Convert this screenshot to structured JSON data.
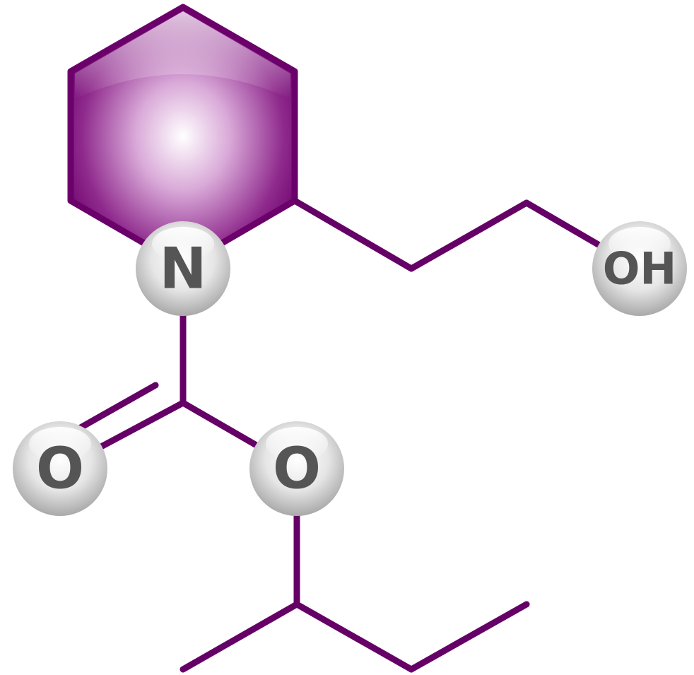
{
  "diagram": {
    "colors": {
      "bond": "#650066",
      "ring_dark": "#6b006b",
      "ring_light": "#ffffff",
      "atom_light": "#ffffff",
      "atom_dark": "#b0b0b0",
      "atom_text": "#555555"
    },
    "atoms": {
      "nitrogen": "N",
      "hydroxyl": "OH",
      "carbonyl_oxygen": "O",
      "ester_oxygen": "O"
    }
  }
}
